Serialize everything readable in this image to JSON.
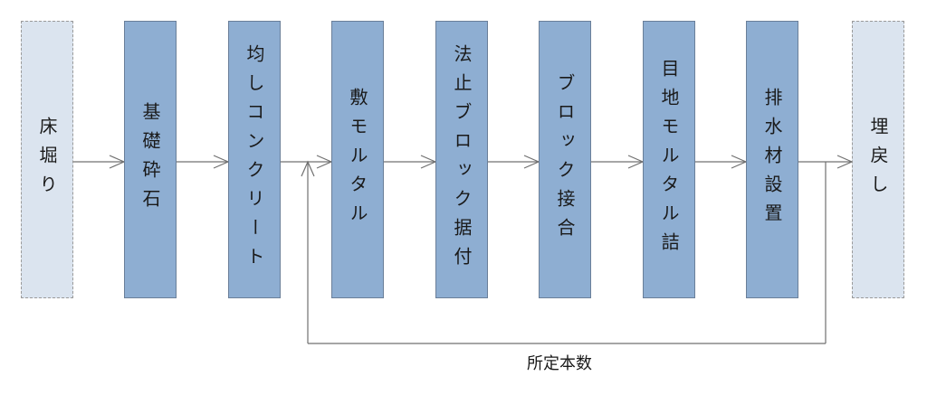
{
  "steps": [
    {
      "label": "床堀り",
      "style": "dashed"
    },
    {
      "label": "基礎砕石",
      "style": "solid"
    },
    {
      "label": "均しコンクリート",
      "style": "solid"
    },
    {
      "label": "敷モルタル",
      "style": "solid"
    },
    {
      "label": "法止ブロック据付",
      "style": "solid"
    },
    {
      "label": "ブロック接合",
      "style": "solid"
    },
    {
      "label": "目地モルタル詰",
      "style": "solid"
    },
    {
      "label": "排水材設置",
      "style": "solid"
    },
    {
      "label": "埋戻し",
      "style": "dashed"
    }
  ],
  "loop": {
    "label": "所定本数",
    "from_step": 7,
    "to_step": 3
  },
  "colors": {
    "solid_fill": "#8eaed2",
    "dashed_fill": "#dbe4ef",
    "line": "#707070"
  }
}
